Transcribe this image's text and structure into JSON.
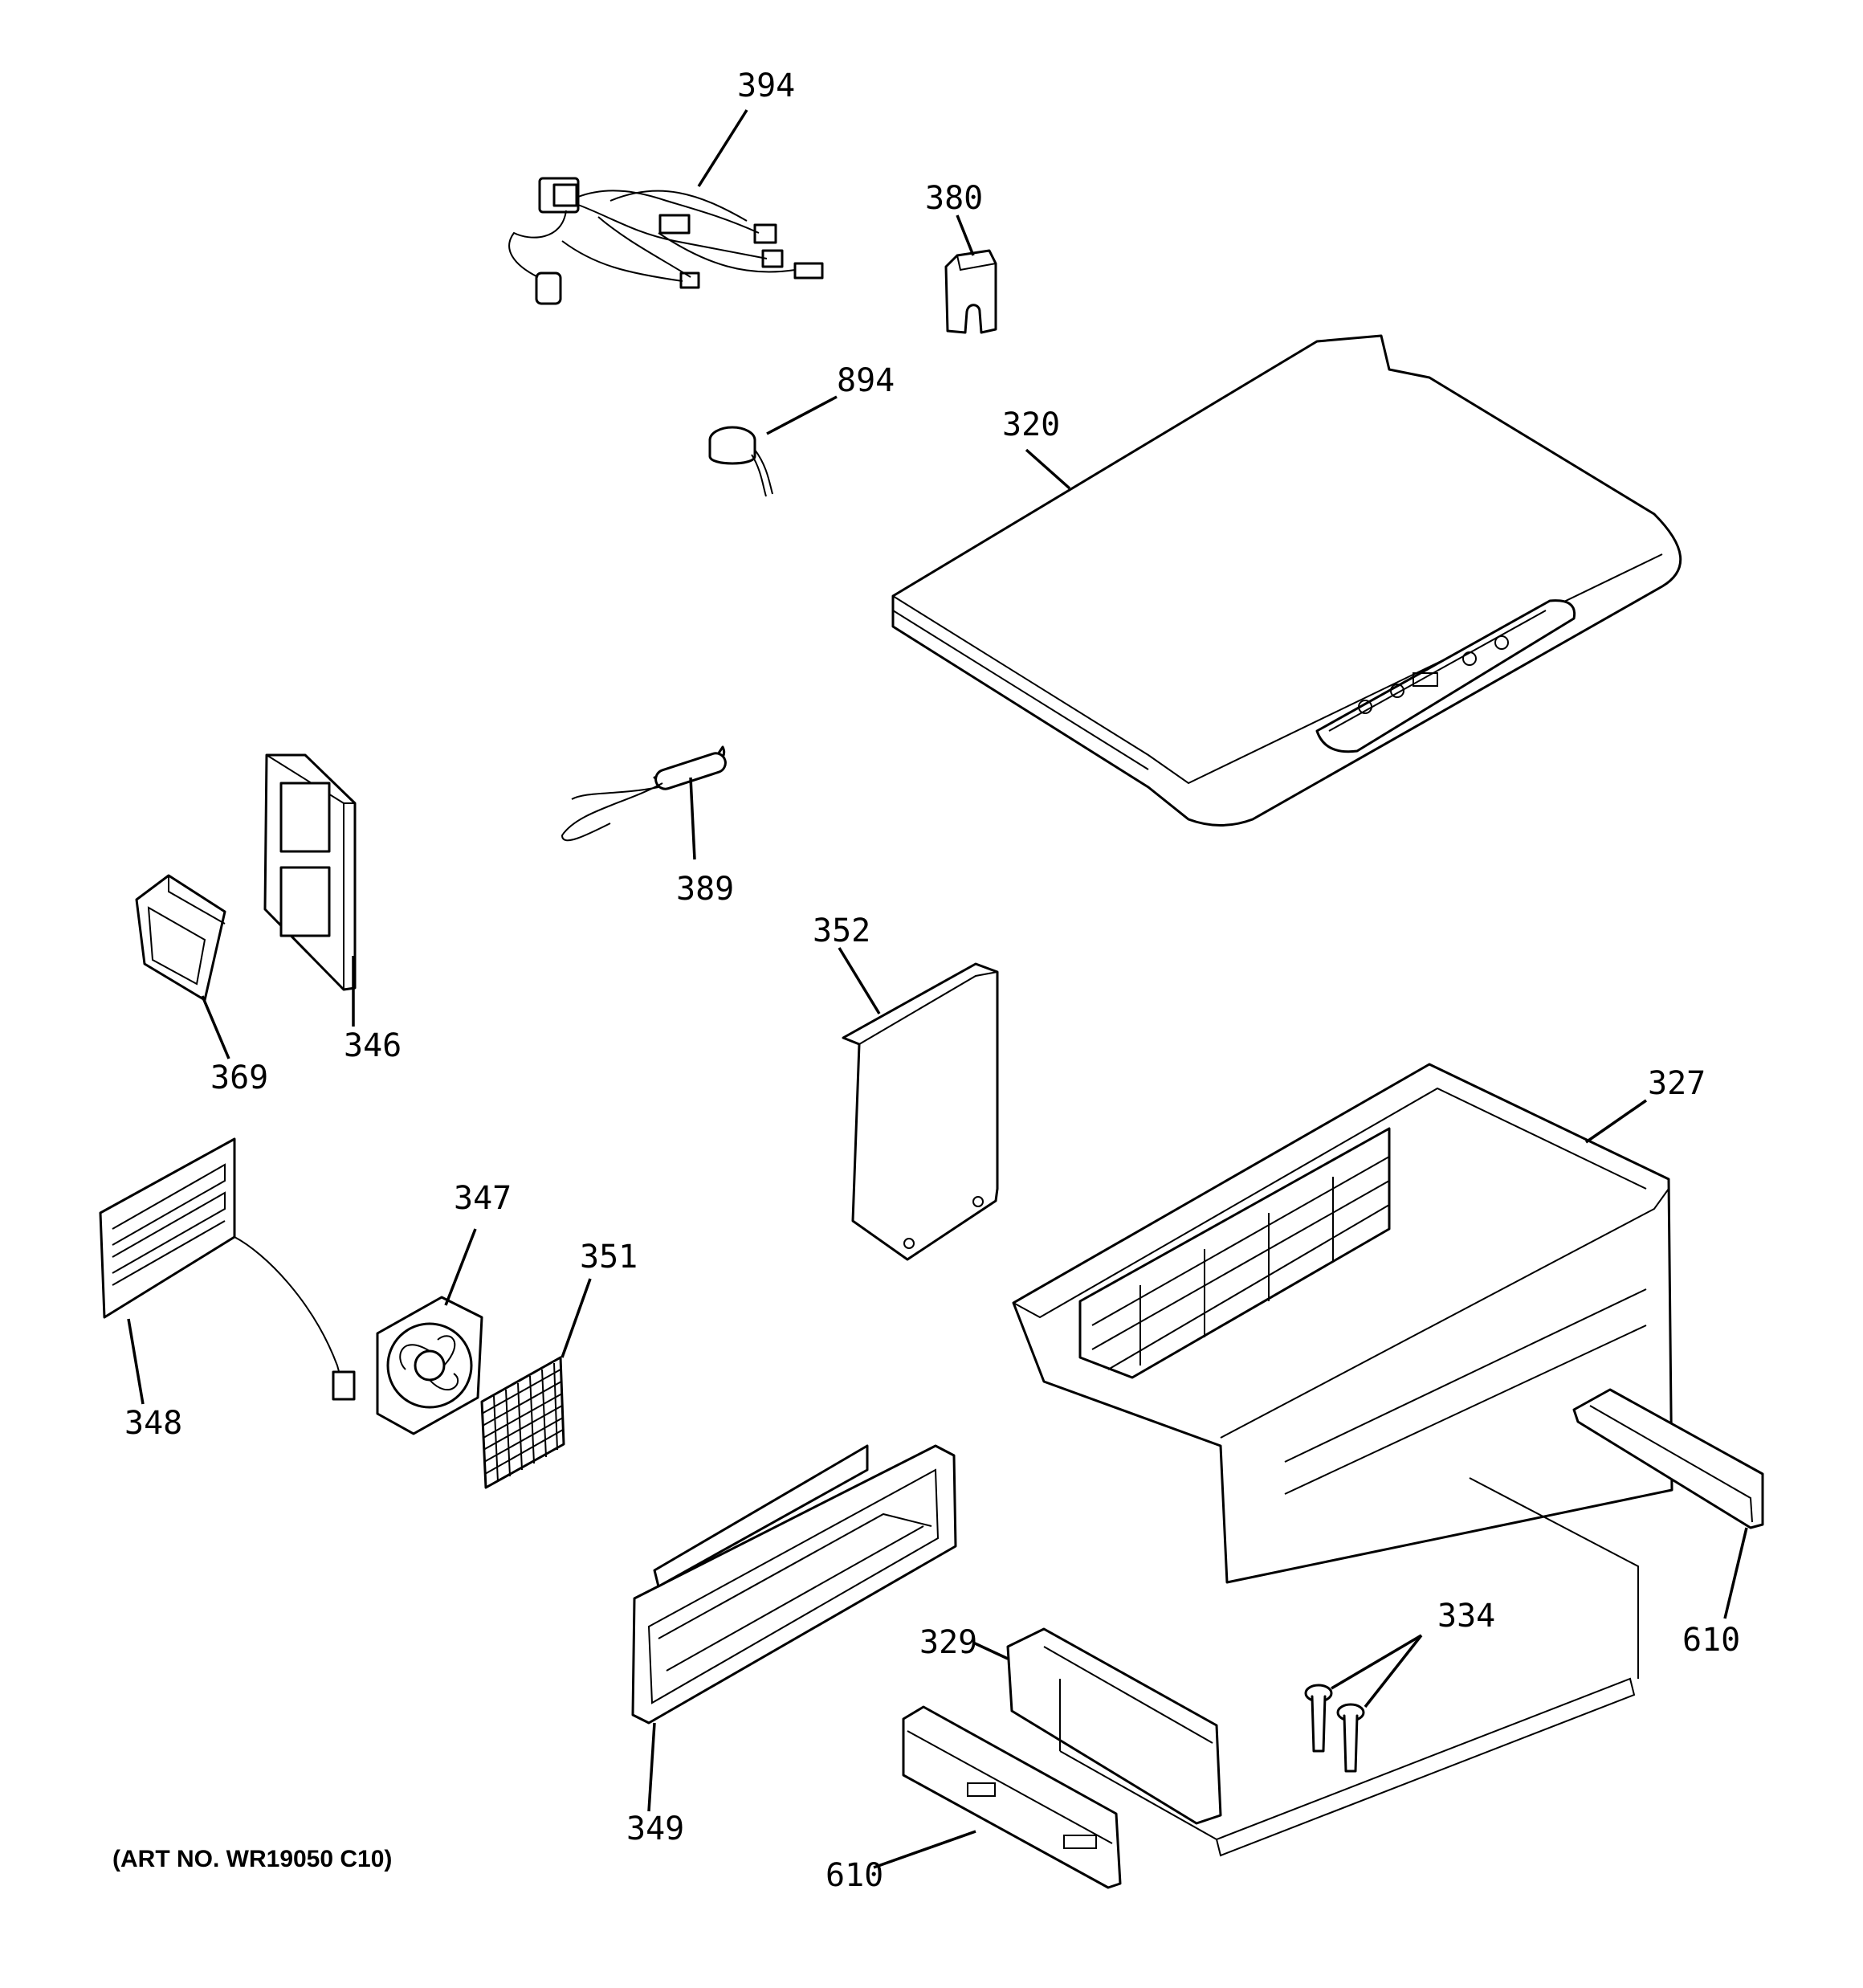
{
  "callouts": {
    "c394": "394",
    "c380": "380",
    "c894": "894",
    "c320": "320",
    "c389": "389",
    "c346": "346",
    "c369": "369",
    "c352": "352",
    "c327": "327",
    "c347": "347",
    "c351": "351",
    "c348": "348",
    "c610a": "610",
    "c334": "334",
    "c329": "329",
    "c349": "349",
    "c610b": "610"
  },
  "footer": {
    "art_no": "(ART NO. WR19050 C10)"
  }
}
